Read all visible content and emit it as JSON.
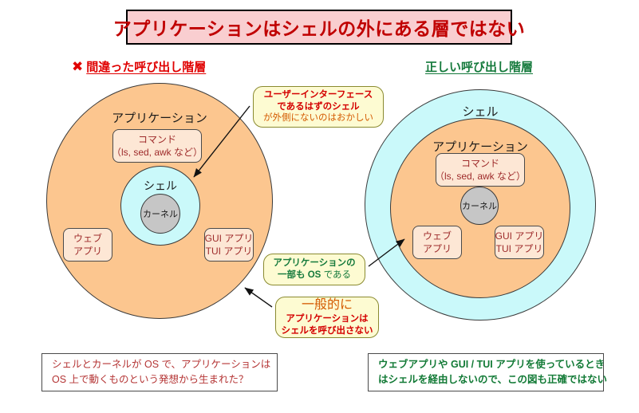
{
  "title": {
    "text": "アプリケーションはシェルの外にある層ではない"
  },
  "headings": {
    "wrong": {
      "icon": "cross-mark-icon",
      "mark": "✖",
      "label": "間違った呼び出し階層",
      "color": "#e00000"
    },
    "correct": {
      "label": "正しい呼び出し階層",
      "color": "#157a3c"
    }
  },
  "left_diagram": {
    "outer_circle_label": "アプリケーション",
    "shell_circle_label": "シェル",
    "kernel_circle_label": "カーネル",
    "command_box": {
      "line1": "コマンド",
      "line2": "（ls, sed, awk など）"
    },
    "web_box": {
      "line1": "ウェブ",
      "line2": "アプリ"
    },
    "guitui_box": {
      "line1": "GUI アプリ",
      "line2": "TUI アプリ"
    }
  },
  "right_diagram": {
    "outer_circle_label": "シェル",
    "app_circle_label": "アプリケーション",
    "kernel_circle_label": "カーネル",
    "command_box": {
      "line1": "コマンド",
      "line2": "（ls, sed, awk など）"
    },
    "web_box": {
      "line1": "ウェブ",
      "line2": "アプリ"
    },
    "guitui_box": {
      "line1": "GUI アプリ",
      "line2": "TUI アプリ"
    }
  },
  "callouts": {
    "ui_shell": {
      "line1": "ユーザーインターフェース",
      "line2": "であるはずのシェル",
      "line3": "が外側にないのはおかしい"
    },
    "os_part": {
      "line1": "アプリケーションの",
      "line2_bold": "一部も OS ",
      "line2_plain": "である"
    },
    "no_shell_call": {
      "line1": "一般的に",
      "line2": "アプリケーションは",
      "line3": "シェルを呼び出さない"
    }
  },
  "notes": {
    "left": {
      "line1": "シェルとカーネルが OS で、アプリケーションは",
      "line2": "OS 上で動くものという発想から生まれた？"
    },
    "right": {
      "line1": "ウェブアプリや GUI / TUI アプリを使っているとき",
      "line2": "はシェルを経由しないので、この図も正確ではない"
    }
  },
  "colors": {
    "title_bg": "#f9ced0",
    "title_text": "#c00000",
    "orange_fill": "#fcc68f",
    "cyan_fill": "#caf9fa",
    "gray_fill": "#c6c6c6",
    "callout_bg": "#fdfbd2",
    "node_box_bg": "#fde7d5",
    "red": "#d40000",
    "green": "#157a3c"
  }
}
